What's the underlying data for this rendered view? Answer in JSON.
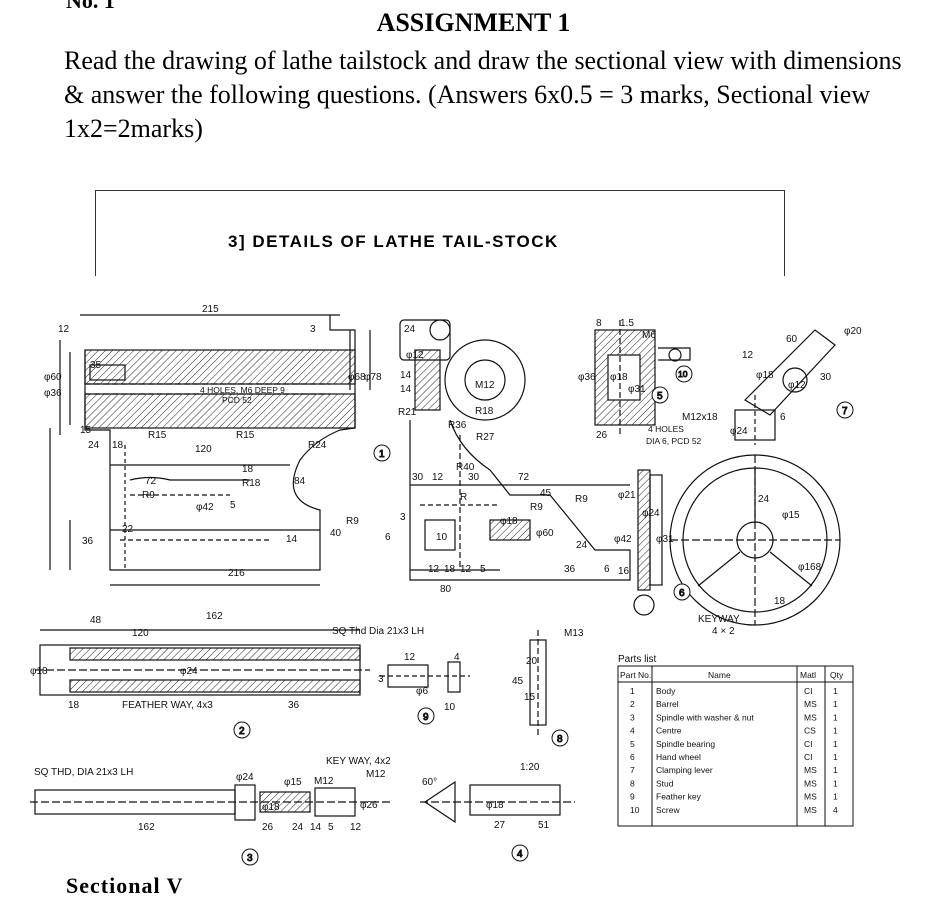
{
  "header": {
    "cut_heading": "No. 1",
    "title": "ASSIGNMENT 1",
    "instruction": "Read the drawing of lathe tailstock and draw the sectional view with dimensions & answer the following questions.  (Answers 6x0.5 = 3 marks, Sectional view 1x2=2marks)"
  },
  "sheet": {
    "title": "3] DETAILS OF LATHE TAIL-STOCK"
  },
  "drawing": {
    "body_dims": [
      "215",
      "35",
      "12",
      "φ60",
      "φ36",
      "15",
      "24",
      "18",
      "R15",
      "120",
      "R15",
      "R24",
      "72",
      "R9",
      "φ42",
      "5",
      "18",
      "R18",
      "84",
      "22",
      "R9",
      "40",
      "36",
      "216",
      "14",
      "3",
      "φ68",
      "φ78"
    ],
    "body_notes": [
      "4 HOLES, M6 DEEP 9",
      "PCD 52"
    ],
    "bracket_dims": [
      "24",
      "φ12",
      "14",
      "14",
      "R21",
      "R36",
      "M12",
      "R18",
      "R27",
      "R40",
      "30",
      "12",
      "30",
      "72",
      "45",
      "R9",
      "R9",
      "R",
      "φ18",
      "φ60",
      "12",
      "18",
      "12",
      "80",
      "5",
      "36",
      "6",
      "24",
      "10",
      "6",
      "3"
    ],
    "bearing_dims": [
      "8",
      "1.5",
      "M6",
      "φ36",
      "φ18",
      "φ31",
      "26",
      "φ21",
      "φ24",
      "φ42",
      "φ31",
      "16"
    ],
    "bearing_notes": [
      "4 HOLES",
      "DIA 6, PCD 52"
    ],
    "lever_dims": [
      "60",
      "12",
      "φ12",
      "M12x18",
      "φ24",
      "30",
      "6",
      "φ18",
      "φ20"
    ],
    "wheel_dims": [
      "24",
      "φ15",
      "φ168",
      "18"
    ],
    "wheel_note": [
      "KEYWAY",
      "4 × 2"
    ],
    "barrel_dims": [
      "48",
      "162",
      "120",
      "φ18",
      "φ24",
      "18",
      "36"
    ],
    "barrel_note": "FEATHER WAY, 4x3",
    "thread_note": "SQ Thd Dia 21x3 LH",
    "key_dims": [
      "12",
      "4",
      "3",
      "φ6",
      "10"
    ],
    "stud_dims": [
      "20",
      "45",
      "15",
      "M13"
    ],
    "spindle_note": "SQ THD, DIA 21x3 LH",
    "spindle_dims": [
      "162",
      "φ24",
      "φ15",
      "φ18",
      "26",
      "24",
      "14",
      "5",
      "12",
      "M12",
      "φ26",
      "KEY WAY, 4x2",
      "M12"
    ],
    "centre_dims": [
      "60°",
      "1:20",
      "φ18",
      "27",
      "51"
    ],
    "part_marks": [
      "1",
      "2",
      "3",
      "4",
      "5",
      "6",
      "7",
      "8",
      "9",
      "10"
    ]
  },
  "parts_list": {
    "caption": "Parts list",
    "headers": [
      "Part No.",
      "Name",
      "Matl",
      "Qty"
    ],
    "rows": [
      [
        "1",
        "Body",
        "CI",
        "1"
      ],
      [
        "2",
        "Barrel",
        "MS",
        "1"
      ],
      [
        "3",
        "Spindle with washer & nut",
        "MS",
        "1"
      ],
      [
        "4",
        "Centre",
        "CS",
        "1"
      ],
      [
        "5",
        "Spindle bearing",
        "CI",
        "1"
      ],
      [
        "6",
        "Hand wheel",
        "CI",
        "1"
      ],
      [
        "7",
        "Clamping lever",
        "MS",
        "1"
      ],
      [
        "8",
        "Stud",
        "MS",
        "1"
      ],
      [
        "9",
        "Feather key",
        "MS",
        "1"
      ],
      [
        "10",
        "Screw",
        "MS",
        "4"
      ]
    ]
  },
  "footer": {
    "cut_text": "Sectional V"
  }
}
